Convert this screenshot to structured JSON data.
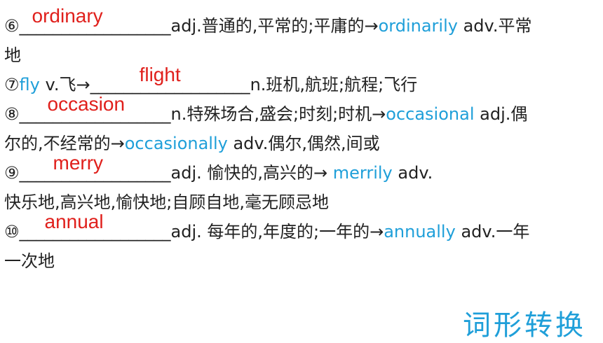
{
  "entries": [
    {
      "num": "⑥",
      "blank": "__________________",
      "answer": "ordinary",
      "def": "adj.普通的,平常的;平庸的→",
      "deriv": "ordinarily",
      "deriv_def": " adv.平常",
      "cont": "地"
    },
    {
      "num": "⑦",
      "base": "fly",
      "base_def": " v.飞→",
      "blank": "___________________",
      "answer": "flight",
      "def": "n.班机,航班;航程;飞行"
    },
    {
      "num": "⑧",
      "blank": "__________________",
      "answer": "occasion",
      "def": "n.特殊场合,盛会;时刻;时机→",
      "deriv": "occasional",
      "deriv_def": " adj.偶",
      "cont": "尔的,不经常的→",
      "deriv2": "occasionally",
      "deriv2_def": " adv.偶尔,偶然,间或"
    },
    {
      "num": "⑨",
      "blank": "__________________",
      "answer": "merry",
      "def": "adj. 愉快的,高兴的→ ",
      "deriv": "merrily",
      "deriv_def": " adv.",
      "cont": "快乐地,高兴地,愉快地;自顾自地,毫无顾忌地"
    },
    {
      "num": "⑩",
      "blank": "__________________",
      "answer": "annual",
      "def": "adj. 每年的,年度的;一年的→",
      "deriv": "annually",
      "deriv_def": " adv.一年",
      "cont": "一次地"
    }
  ],
  "footer": "词形转换",
  "colors": {
    "answer": "#e0201c",
    "derived": "#1f9fd9",
    "text": "#222222"
  }
}
